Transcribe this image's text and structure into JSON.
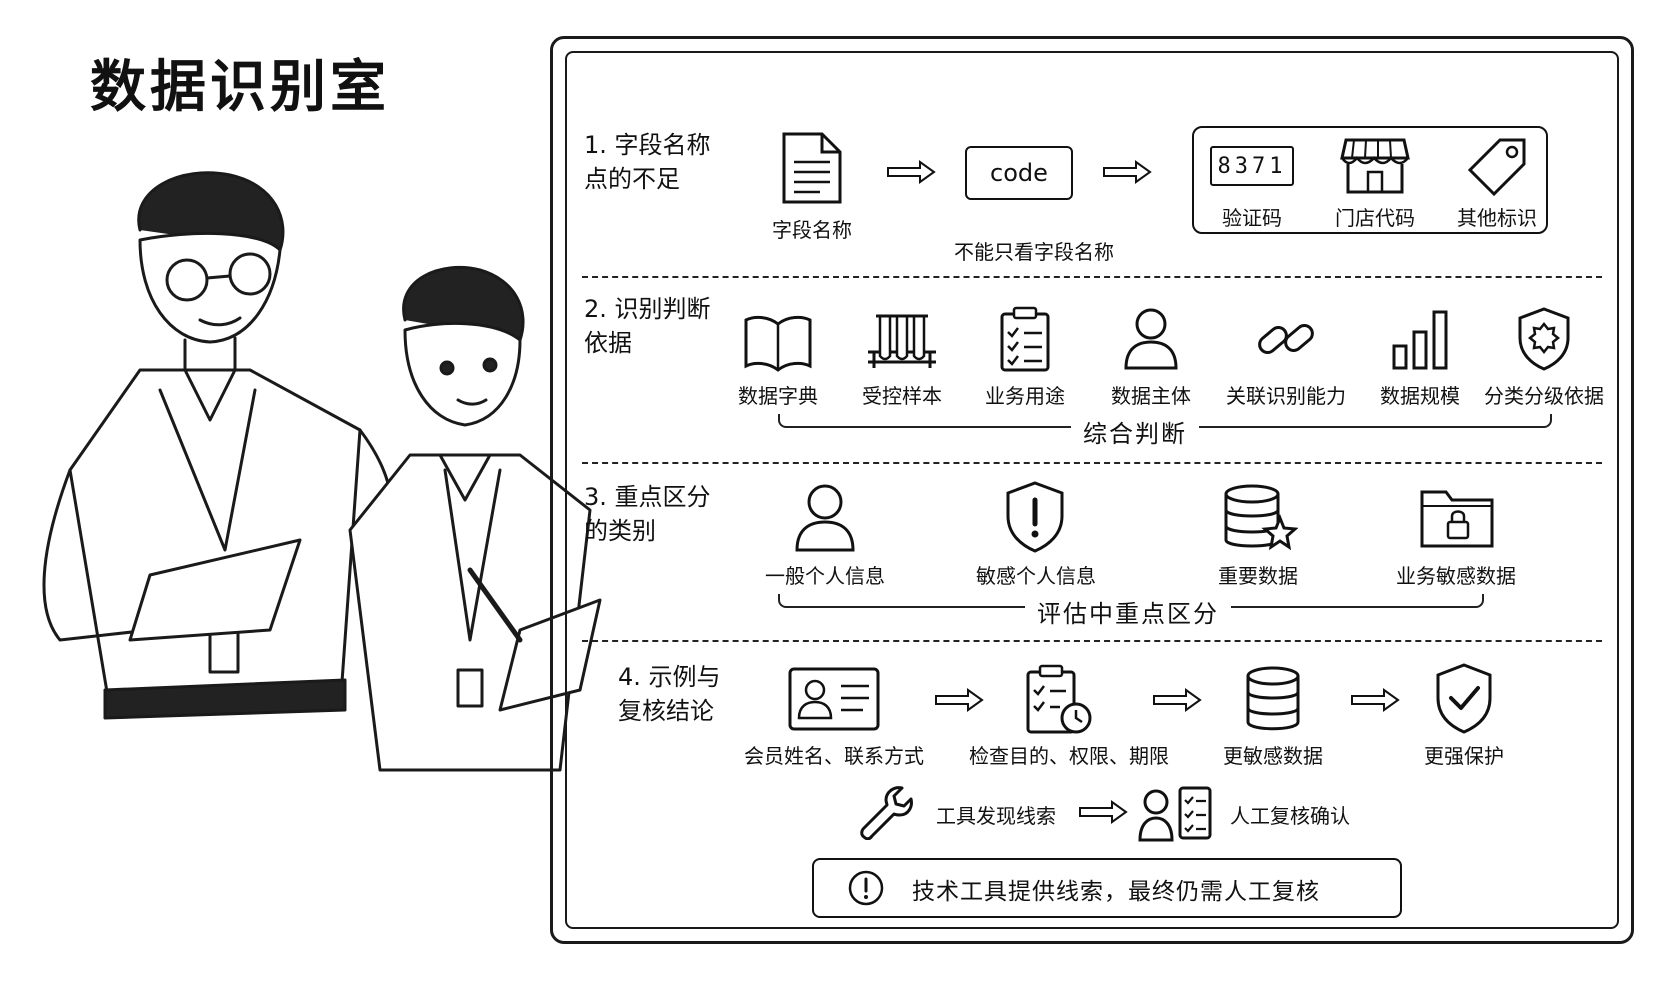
{
  "title": "数据识别室",
  "sections": [
    {
      "title": "1. 字段名称\n   点的不足",
      "items": [
        {
          "label": "字段名称",
          "icon": "document-icon"
        },
        {
          "label": "code",
          "icon": "code-box"
        },
        {
          "label": "验证码",
          "icon": "digits-icon",
          "text": "8371"
        },
        {
          "label": "门店代码",
          "icon": "store-icon"
        },
        {
          "label": "其他标识",
          "icon": "tag-icon"
        }
      ],
      "note": "不能只看字段名称"
    },
    {
      "title": "2. 识别判断\n   依据",
      "items": [
        {
          "label": "数据字典",
          "icon": "book-icon"
        },
        {
          "label": "受控样本",
          "icon": "test-tubes-icon"
        },
        {
          "label": "业务用途",
          "icon": "clipboard-check-icon"
        },
        {
          "label": "数据主体",
          "icon": "person-icon"
        },
        {
          "label": "关联识别能力",
          "icon": "link-icon"
        },
        {
          "label": "数据规模",
          "icon": "bar-chart-icon"
        },
        {
          "label": "分类分级依据",
          "icon": "shield-badge-icon"
        }
      ],
      "summary": "综合判断"
    },
    {
      "title": "3. 重点区分\n   的类别",
      "items": [
        {
          "label": "一般个人信息",
          "icon": "person-icon"
        },
        {
          "label": "敏感个人信息",
          "icon": "shield-alert-icon"
        },
        {
          "label": "重要数据",
          "icon": "database-star-icon"
        },
        {
          "label": "业务敏感数据",
          "icon": "folder-lock-icon"
        }
      ],
      "summary": "评估中重点区分"
    },
    {
      "title": "4. 示例与\n   复核结论",
      "items": [
        {
          "label": "会员姓名、联系方式",
          "icon": "id-card-icon"
        },
        {
          "label": "检查目的、权限、期限",
          "icon": "clipboard-clock-icon"
        },
        {
          "label": "更敏感数据",
          "icon": "database-icon"
        },
        {
          "label": "更强保护",
          "icon": "shield-check-icon"
        }
      ],
      "tool_step": "工具发现线索",
      "review_step": "人工复核确认",
      "notice": "技术工具提供线索，最终仍需人工复核"
    }
  ]
}
